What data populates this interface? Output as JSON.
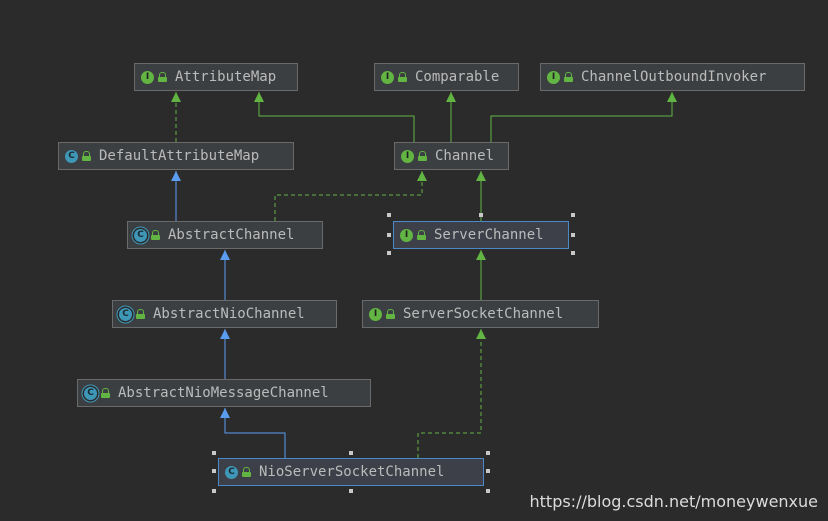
{
  "colors": {
    "background": "#2b2b2b",
    "node_fill": "#3c3f41",
    "node_border": "#6a6a6a",
    "selected_border": "#4a88c7",
    "extends_edge": "#5a9cf0",
    "implements_edge": "#62b543",
    "interface_badge": "#62b543",
    "class_badge": "#3f97b8"
  },
  "nodes": {
    "attribute_map": {
      "label": "AttributeMap",
      "kind": "interface",
      "badge": "I"
    },
    "comparable": {
      "label": "Comparable",
      "kind": "interface",
      "badge": "I"
    },
    "channel_outbound_invoker": {
      "label": "ChannelOutboundInvoker",
      "kind": "interface",
      "badge": "I"
    },
    "default_attribute_map": {
      "label": "DefaultAttributeMap",
      "kind": "class",
      "badge": "C"
    },
    "channel": {
      "label": "Channel",
      "kind": "interface",
      "badge": "I"
    },
    "abstract_channel": {
      "label": "AbstractChannel",
      "kind": "abstract-class",
      "badge": "C"
    },
    "server_channel": {
      "label": "ServerChannel",
      "kind": "interface",
      "badge": "I",
      "selected": true
    },
    "abstract_nio_channel": {
      "label": "AbstractNioChannel",
      "kind": "abstract-class",
      "badge": "C"
    },
    "server_socket_channel": {
      "label": "ServerSocketChannel",
      "kind": "interface",
      "badge": "I"
    },
    "abstract_nio_message_channel": {
      "label": "AbstractNioMessageChannel",
      "kind": "abstract-class",
      "badge": "C"
    },
    "nio_server_socket_channel": {
      "label": "NioServerSocketChannel",
      "kind": "class",
      "badge": "C",
      "selected": true
    }
  },
  "edges": [
    {
      "from": "default_attribute_map",
      "to": "attribute_map",
      "type": "implements"
    },
    {
      "from": "channel",
      "to": "attribute_map",
      "type": "extends-interface"
    },
    {
      "from": "channel",
      "to": "comparable",
      "type": "extends-interface"
    },
    {
      "from": "channel",
      "to": "channel_outbound_invoker",
      "type": "extends-interface"
    },
    {
      "from": "abstract_channel",
      "to": "default_attribute_map",
      "type": "extends"
    },
    {
      "from": "abstract_channel",
      "to": "channel",
      "type": "implements"
    },
    {
      "from": "server_channel",
      "to": "channel",
      "type": "extends-interface"
    },
    {
      "from": "abstract_nio_channel",
      "to": "abstract_channel",
      "type": "extends"
    },
    {
      "from": "server_socket_channel",
      "to": "server_channel",
      "type": "extends-interface"
    },
    {
      "from": "abstract_nio_message_channel",
      "to": "abstract_nio_channel",
      "type": "extends"
    },
    {
      "from": "nio_server_socket_channel",
      "to": "abstract_nio_message_channel",
      "type": "extends"
    },
    {
      "from": "nio_server_socket_channel",
      "to": "server_socket_channel",
      "type": "implements"
    }
  ],
  "watermark": "https://blog.csdn.net/moneywenxue"
}
